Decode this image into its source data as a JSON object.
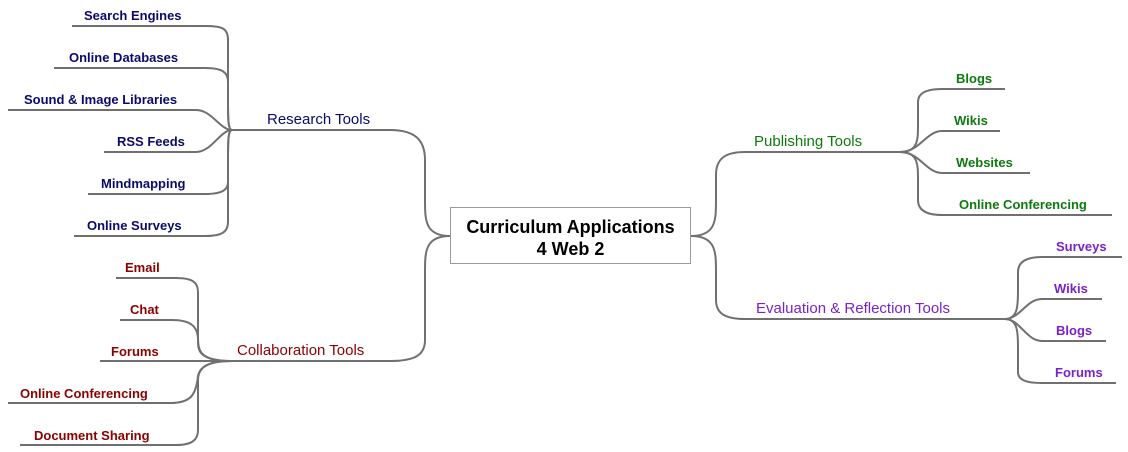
{
  "central": {
    "line1": "Curriculum Applications",
    "line2": "4 Web 2"
  },
  "branches": {
    "research": {
      "label": "Research Tools",
      "color": "#0a0a6e",
      "items": [
        "Search Engines",
        "Online Databases",
        "Sound & Image Libraries",
        "RSS Feeds",
        "Mindmapping",
        "Online Surveys"
      ]
    },
    "collaboration": {
      "label": "Collaboration Tools",
      "color": "#8b0000",
      "items": [
        "Email",
        "Chat",
        "Forums",
        "Online Conferencing",
        "Document Sharing"
      ]
    },
    "publishing": {
      "label": "Publishing Tools",
      "color": "#0e7a0e",
      "items": [
        "Blogs",
        "Wikis",
        "Websites",
        "Online Conferencing"
      ]
    },
    "evaluation": {
      "label": "Evaluation & Reflection Tools",
      "color": "#7a22c9",
      "items": [
        "Surveys",
        "Wikis",
        "Blogs",
        "Forums"
      ]
    }
  },
  "connector_color": "#707070"
}
